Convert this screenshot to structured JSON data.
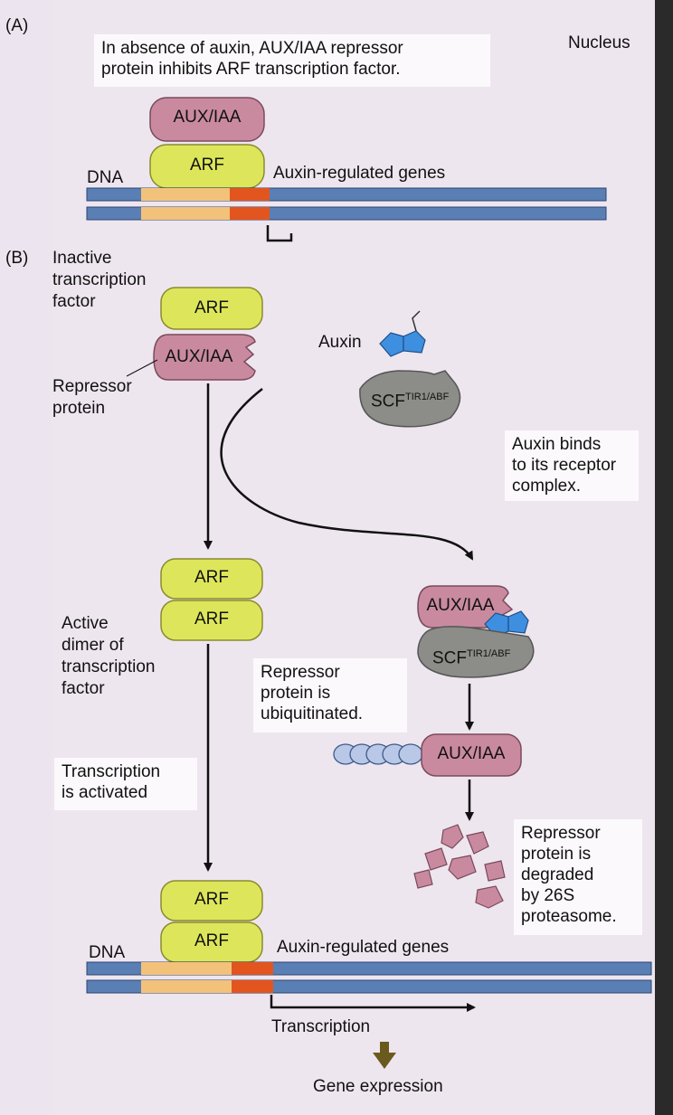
{
  "panels": {
    "a_label": "(A)",
    "b_label": "(B)",
    "nucleus": "Nucleus"
  },
  "panel_a": {
    "caption_line1": "In absence of auxin, AUX/IAA repressor",
    "caption_line2": "protein inhibits ARF transcription factor.",
    "aux_iaa": "AUX/IAA",
    "arf": "ARF",
    "dna": "DNA",
    "genes": "Auxin-regulated genes"
  },
  "panel_b": {
    "inactive_line1": "Inactive",
    "inactive_line2": "transcription",
    "inactive_line3": "factor",
    "arf_top": "ARF",
    "aux_iaa_top": "AUX/IAA",
    "repressor_line1": "Repressor",
    "repressor_line2": "protein",
    "auxin": "Auxin",
    "scf_base": "SCF",
    "scf_sup": "TIR1/ABF",
    "binds_line1": "Auxin binds",
    "binds_line2": "to its receptor",
    "binds_line3": "complex.",
    "dimer_arf1": "ARF",
    "dimer_arf2": "ARF",
    "active_line1": "Active",
    "active_line2": "dimer of",
    "active_line3": "transcription",
    "active_line4": "factor",
    "complex_aux": "AUX/IAA",
    "complex_scf_base": "SCF",
    "complex_scf_sup": "TIR1/ABF",
    "ubiq_line1": "Repressor",
    "ubiq_line2": "protein is",
    "ubiq_line3": "ubiquitinated.",
    "ub_aux": "AUX/IAA",
    "activated_line1": "Transcription",
    "activated_line2": "is activated",
    "degraded_line1": "Repressor",
    "degraded_line2": "protein is",
    "degraded_line3": "degraded",
    "degraded_line4": "by 26S",
    "degraded_line5": "proteasome.",
    "bottom_arf1": "ARF",
    "bottom_arf2": "ARF",
    "dna": "DNA",
    "genes": "Auxin-regulated genes",
    "transcription": "Transcription",
    "gene_expression": "Gene expression"
  },
  "colors": {
    "aux_iaa_fill": "#c98aa0",
    "arf_fill": "#dde65a",
    "scf_fill": "#8c8c88",
    "dna_blue": "#5a7fb5",
    "dna_light": "#f2c27a",
    "dna_red": "#e2551f",
    "auxin_blue": "#3f8fe0",
    "ubiquitin": "#b9c8e6",
    "page_bg": "#ece4ee",
    "box_bg": "#fbf9fb"
  }
}
